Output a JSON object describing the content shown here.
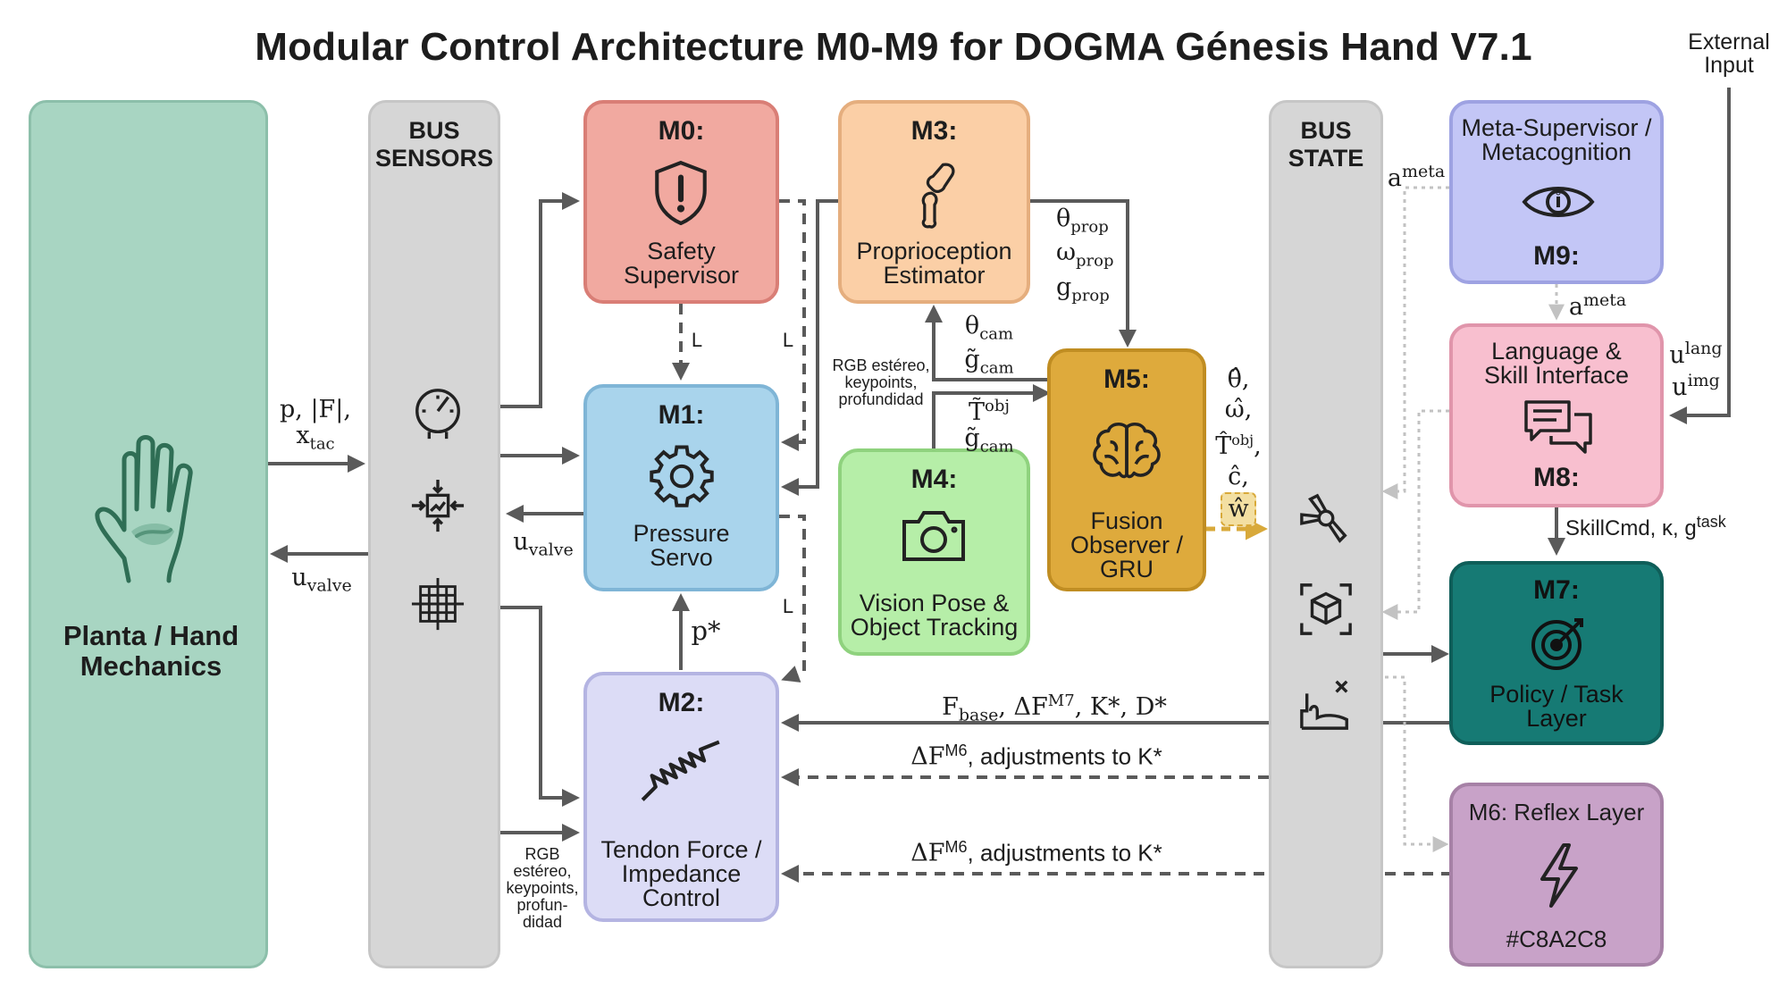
{
  "title": "Modular Control Architecture M0-M9 for DOGMA Génesis Hand V7.1",
  "external_input": "External Input",
  "plant": {
    "label": "Planta / Hand Mechanics",
    "color": "#a8d5c2",
    "icon": "hand-icon"
  },
  "bus_sensors": {
    "label": "BUS SENSORS",
    "icons": [
      "gauge-icon",
      "sensor-compress-icon",
      "tactile-grid-icon"
    ]
  },
  "bus_state": {
    "label": "BUS STATE",
    "icons": [
      "joint-icon",
      "object-cube-icon",
      "hand-state-icon"
    ]
  },
  "modules": {
    "m0": {
      "id": "M0:",
      "name": "Safety Supervisor",
      "icon": "shield-alert-icon",
      "color": "#f1a9a0"
    },
    "m1": {
      "id": "M1:",
      "name": "Pressure Servo",
      "icon": "gear-icon",
      "color": "#a9d4ec"
    },
    "m2": {
      "id": "M2:",
      "name": "Tendon Force / Impedance Control",
      "icon": "spring-icon",
      "color": "#dcdcf6"
    },
    "m3": {
      "id": "M3:",
      "name": "Proprioception Estimator",
      "icon": "bone-joint-icon",
      "color": "#fbcfa6"
    },
    "m4": {
      "id": "M4:",
      "name": "Vision Pose & Object Tracking",
      "icon": "camera-icon",
      "color": "#b6eea8"
    },
    "m5": {
      "id": "M5:",
      "name": "Fusion Observer / GRU",
      "icon": "brain-icon",
      "color": "#deaa3c"
    },
    "m6": {
      "id": "M6: Reflex Layer",
      "name": "#C8A2C8",
      "icon": "lightning-icon",
      "color": "#c8a2c8"
    },
    "m7": {
      "id": "M7:",
      "name": "Policy / Task Layer",
      "icon": "target-icon",
      "color": "#167a74"
    },
    "m8": {
      "id": "M8:",
      "name": "Language & Skill Interface",
      "icon": "chat-icon",
      "color": "#f8bfcf"
    },
    "m9": {
      "id": "M9:",
      "name": "Meta-Supervisor / Metacognition",
      "icon": "eye-icon",
      "color": "#c3c6f6"
    }
  },
  "signals": {
    "plant_to_bus_1": "p, |F|,",
    "plant_to_bus_2": "x",
    "plant_to_bus_2_sub": "tac",
    "u_valve": "u",
    "u_valve_sub": "valve",
    "l_label": "L",
    "p_star": "p*",
    "rgb_m4": "RGB estéreo, keypoints, profundidad",
    "rgb_m2": "RGB estéreo, keypoints, profun- didad",
    "theta_cam": "θ",
    "theta_cam_sub": "cam",
    "g_cam": "g̃",
    "g_cam_sub": "cam",
    "t_obj": "T̃",
    "t_obj_sup": "obj",
    "theta_prop": "θ",
    "omega_prop": "ω",
    "g_prop": "g",
    "prop_sub": "prop",
    "m5_out_1": "θ̂,",
    "m5_out_2": "ω̂,",
    "m5_out_3": "T̂",
    "m5_out_3_sup": "obj",
    "m5_out_4": "ĉ,",
    "m5_out_5": "ŵ",
    "a_meta": "a",
    "a_meta_sup": "meta",
    "u_lang": "u",
    "u_lang_sup": "lang",
    "u_img": "u",
    "u_img_sup": "img",
    "skillcmd": "SkillCmd, κ, g",
    "skillcmd_sup": "task",
    "f_base": "F",
    "f_base_sub": "base",
    "f_base_rest": ", ΔF",
    "f_base_sup": "M7",
    "f_base_tail": ", K*, D*",
    "df_m6": "ΔF",
    "df_m6_sup": "M6",
    "df_m6_tail": ", adjustments to K*"
  },
  "colors": {
    "bus": "#d6d6d6",
    "wire": "#5a5a5a",
    "dotted": "#b5b5b5",
    "highlight": "#d8a93a"
  }
}
